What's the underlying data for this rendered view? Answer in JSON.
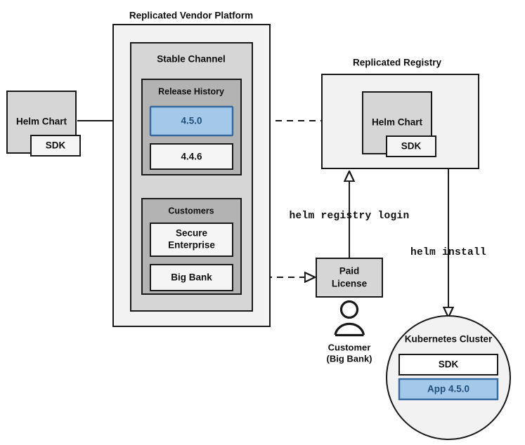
{
  "diagram": {
    "title": "Replicated Vendor Platform Helm distribution flow",
    "colors": {
      "outer_panel_fill": "#f2f2f2",
      "channel_fill": "#d6d6d6",
      "release_history_fill": "#b3b3b3",
      "customers_fill": "#b3b3b3",
      "plain_box_fill": "#d6d6d6",
      "white_box_fill": "#f5f5f5",
      "highlight_fill": "#a3c8ea",
      "highlight_stroke": "#36699e",
      "highlight_text": "#1f4e79",
      "stroke": "#181818",
      "background": "#ffffff"
    },
    "vendor_platform": {
      "title": "Replicated Vendor Platform",
      "stable_channel": {
        "title": "Stable Channel",
        "release_history": {
          "title": "Release History",
          "releases": [
            {
              "version": "4.5.0",
              "highlighted": true
            },
            {
              "version": "4.4.6",
              "highlighted": false
            }
          ]
        },
        "customers": {
          "title": "Customers",
          "entries": [
            {
              "name": "Secure Enterprise",
              "line1": "Secure",
              "line2": "Enterprise"
            },
            {
              "name": "Big Bank",
              "line1": "Big Bank",
              "line2": ""
            }
          ]
        }
      }
    },
    "source_chart": {
      "title": "Helm Chart",
      "sub_component": "SDK"
    },
    "registry": {
      "title": "Replicated Registry",
      "chart": {
        "title": "Helm Chart",
        "sub_component": "SDK"
      }
    },
    "license": {
      "line1": "Paid",
      "line2": "License"
    },
    "customer_actor": {
      "icon": "person-icon",
      "line1": "Customer",
      "line2": "(Big Bank)"
    },
    "cluster": {
      "title": "Kubernetes Cluster",
      "items": [
        {
          "label": "SDK",
          "highlighted": false
        },
        {
          "label": "App 4.5.0",
          "highlighted": true
        }
      ]
    },
    "commands": [
      {
        "id": "registry-login",
        "text": "helm registry login"
      },
      {
        "id": "helm-install",
        "text": "helm install"
      }
    ],
    "edges": [
      {
        "id": "chart-to-release",
        "style": "solid",
        "arrow": "filled"
      },
      {
        "id": "release-to-registry",
        "style": "dashed",
        "arrow": "hollow"
      },
      {
        "id": "bigbank-to-license",
        "style": "dashed",
        "arrow": "hollow"
      },
      {
        "id": "license-to-registry",
        "style": "solid",
        "arrow": "hollow"
      },
      {
        "id": "registry-to-cluster",
        "style": "solid",
        "arrow": "hollow"
      }
    ]
  }
}
